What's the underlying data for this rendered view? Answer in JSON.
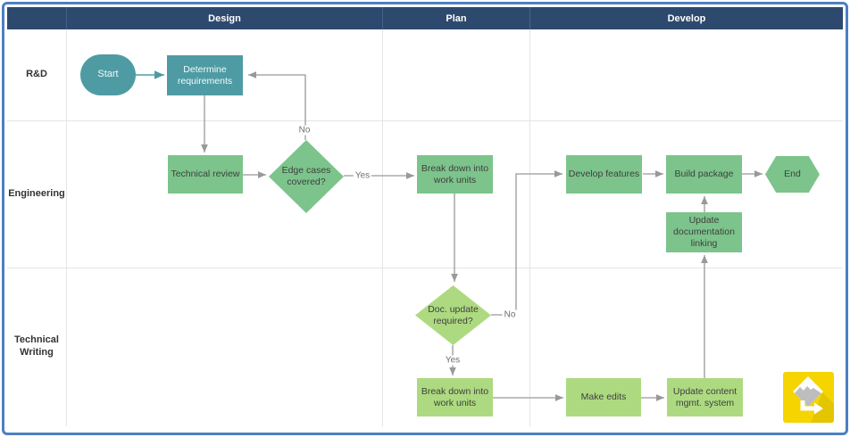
{
  "header": {
    "columns": [
      {
        "label": "Design"
      },
      {
        "label": "Plan"
      },
      {
        "label": "Develop"
      }
    ]
  },
  "lanes": [
    {
      "label": "R&D"
    },
    {
      "label": "Engineering"
    },
    {
      "label": "Technical Writing"
    }
  ],
  "nodes": {
    "start": {
      "label": "Start",
      "type": "terminator"
    },
    "determine_requirements": {
      "label": "Determine requirements",
      "type": "process"
    },
    "technical_review": {
      "label": "Technical review",
      "type": "process"
    },
    "edge_cases_covered": {
      "label": "Edge cases covered?",
      "type": "decision"
    },
    "break_down_plan": {
      "label": "Break down into work units",
      "type": "process"
    },
    "develop_features": {
      "label": "Develop features",
      "type": "process"
    },
    "build_package": {
      "label": "Build package",
      "type": "process"
    },
    "end": {
      "label": "End",
      "type": "terminator"
    },
    "update_doc_linking": {
      "label": "Update documentation linking",
      "type": "process"
    },
    "doc_update_required": {
      "label": "Doc. update required?",
      "type": "decision"
    },
    "break_down_tw": {
      "label": "Break down into work units",
      "type": "process"
    },
    "make_edits": {
      "label": "Make edits",
      "type": "process"
    },
    "update_cms": {
      "label": "Update content mgmt. system",
      "type": "process"
    }
  },
  "edge_labels": {
    "edge_cases_no": "No",
    "edge_cases_yes": "Yes",
    "doc_update_no": "No",
    "doc_update_yes": "Yes"
  },
  "colors": {
    "header_bg": "#2D4A6E",
    "teal_shape": "#4E9BA4",
    "green_shape": "#7CC48B",
    "light_green_shape": "#ADDA80",
    "connector": "#999999",
    "frame_border": "#4C7FC4",
    "logo_yellow": "#F5D400"
  }
}
